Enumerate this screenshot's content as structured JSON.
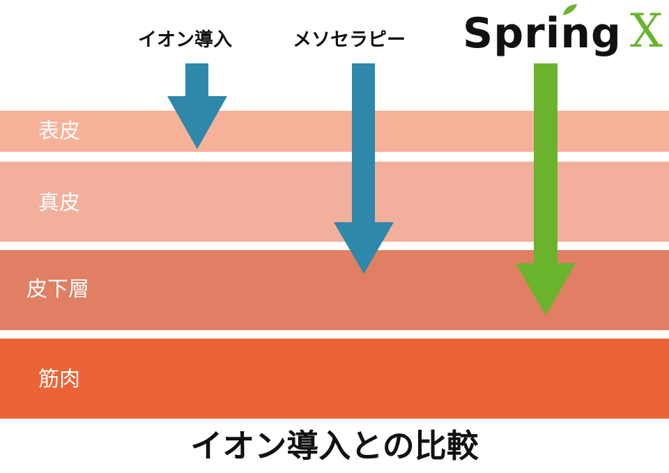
{
  "title": "イオン導入との比較",
  "columns": [
    {
      "label": "イオン導入"
    },
    {
      "label": "メソセラピー"
    }
  ],
  "logo": {
    "text": "Spring",
    "suffix": "X"
  },
  "layers": [
    {
      "label": "表皮",
      "color": "#f7b199"
    },
    {
      "label": "真皮",
      "color": "#f2af9b"
    },
    {
      "label": "皮下層",
      "color": "#e07f63"
    },
    {
      "label": "筋肉",
      "color": "#ec6336"
    }
  ],
  "arrow_colors": {
    "blue": "#2e88aa",
    "green": "#6ab42d"
  }
}
